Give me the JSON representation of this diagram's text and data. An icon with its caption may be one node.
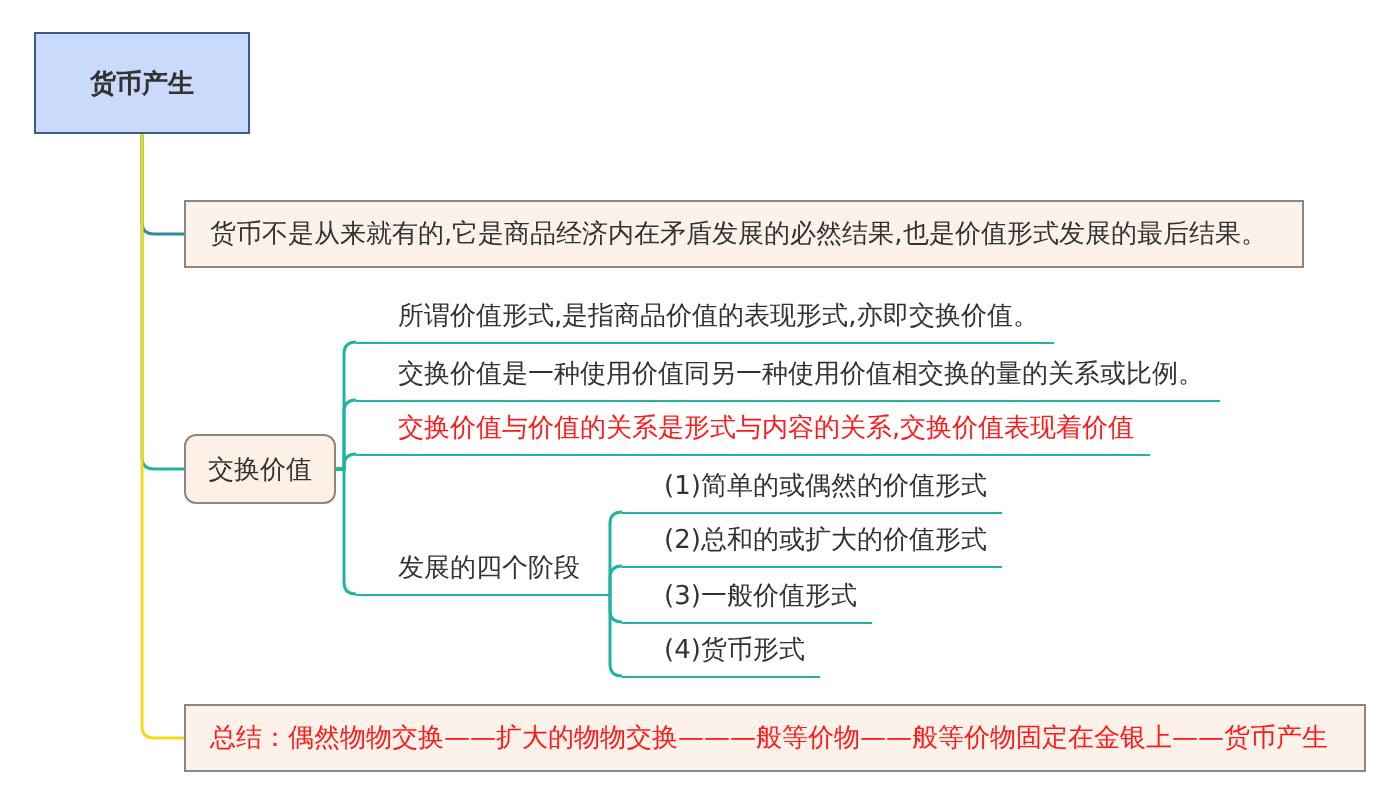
{
  "diagram": {
    "nodes": [
      {
        "text": [
          "货币产生"
        ]
      },
      {
        "text": [
          "货币不是从来就有的,它是商品经济内在矛盾发展的必然结果,也是价值形式发展的最后结果。"
        ]
      },
      {
        "text": [
          "交换价值"
        ]
      },
      {
        "text": [
          "所谓价值形式,是指商品价值的表现形式,亦即交换价值。"
        ]
      },
      {
        "text": [
          "交换价值是一种使用价值同另一种使用价值相交换的量的关系或比例。"
        ]
      },
      {
        "text": [
          "交换价值与价值的关系是形式与内容的关系,交换价值表现着价值"
        ]
      },
      {
        "text": [
          "发展的四个阶段"
        ]
      },
      {
        "text": [
          "(1)简单的或偶然的价值形式"
        ]
      },
      {
        "text": [
          "(2)总和的或扩大的价值形式"
        ]
      },
      {
        "text": [
          "(3)一般价值形式"
        ]
      },
      {
        "text": [
          "(4)货币形式"
        ]
      },
      {
        "text": [
          "总结：偶然物物交换——扩大的物物交换———般等价物——般等价物固定在金银上——货币产生"
        ]
      }
    ],
    "edges": [
      {
        "from": 0,
        "to": 1,
        "arrow": "none",
        "color": "#2f8aa0"
      },
      {
        "from": 0,
        "to": 2,
        "arrow": "none"
      },
      {
        "from": 0,
        "to": 11,
        "arrow": "none",
        "color": "#f3d91c"
      },
      {
        "from": 2,
        "to": 3,
        "arrow": "none"
      },
      {
        "from": 2,
        "to": 4,
        "arrow": "none"
      },
      {
        "from": 2,
        "to": 5,
        "arrow": "none"
      },
      {
        "from": 2,
        "to": 6,
        "arrow": "none"
      },
      {
        "from": 6,
        "to": 7,
        "arrow": "none"
      },
      {
        "from": 6,
        "to": 8,
        "arrow": "none"
      },
      {
        "from": 6,
        "to": 9,
        "arrow": "none"
      },
      {
        "from": 6,
        "to": 10,
        "arrow": "none"
      }
    ]
  }
}
